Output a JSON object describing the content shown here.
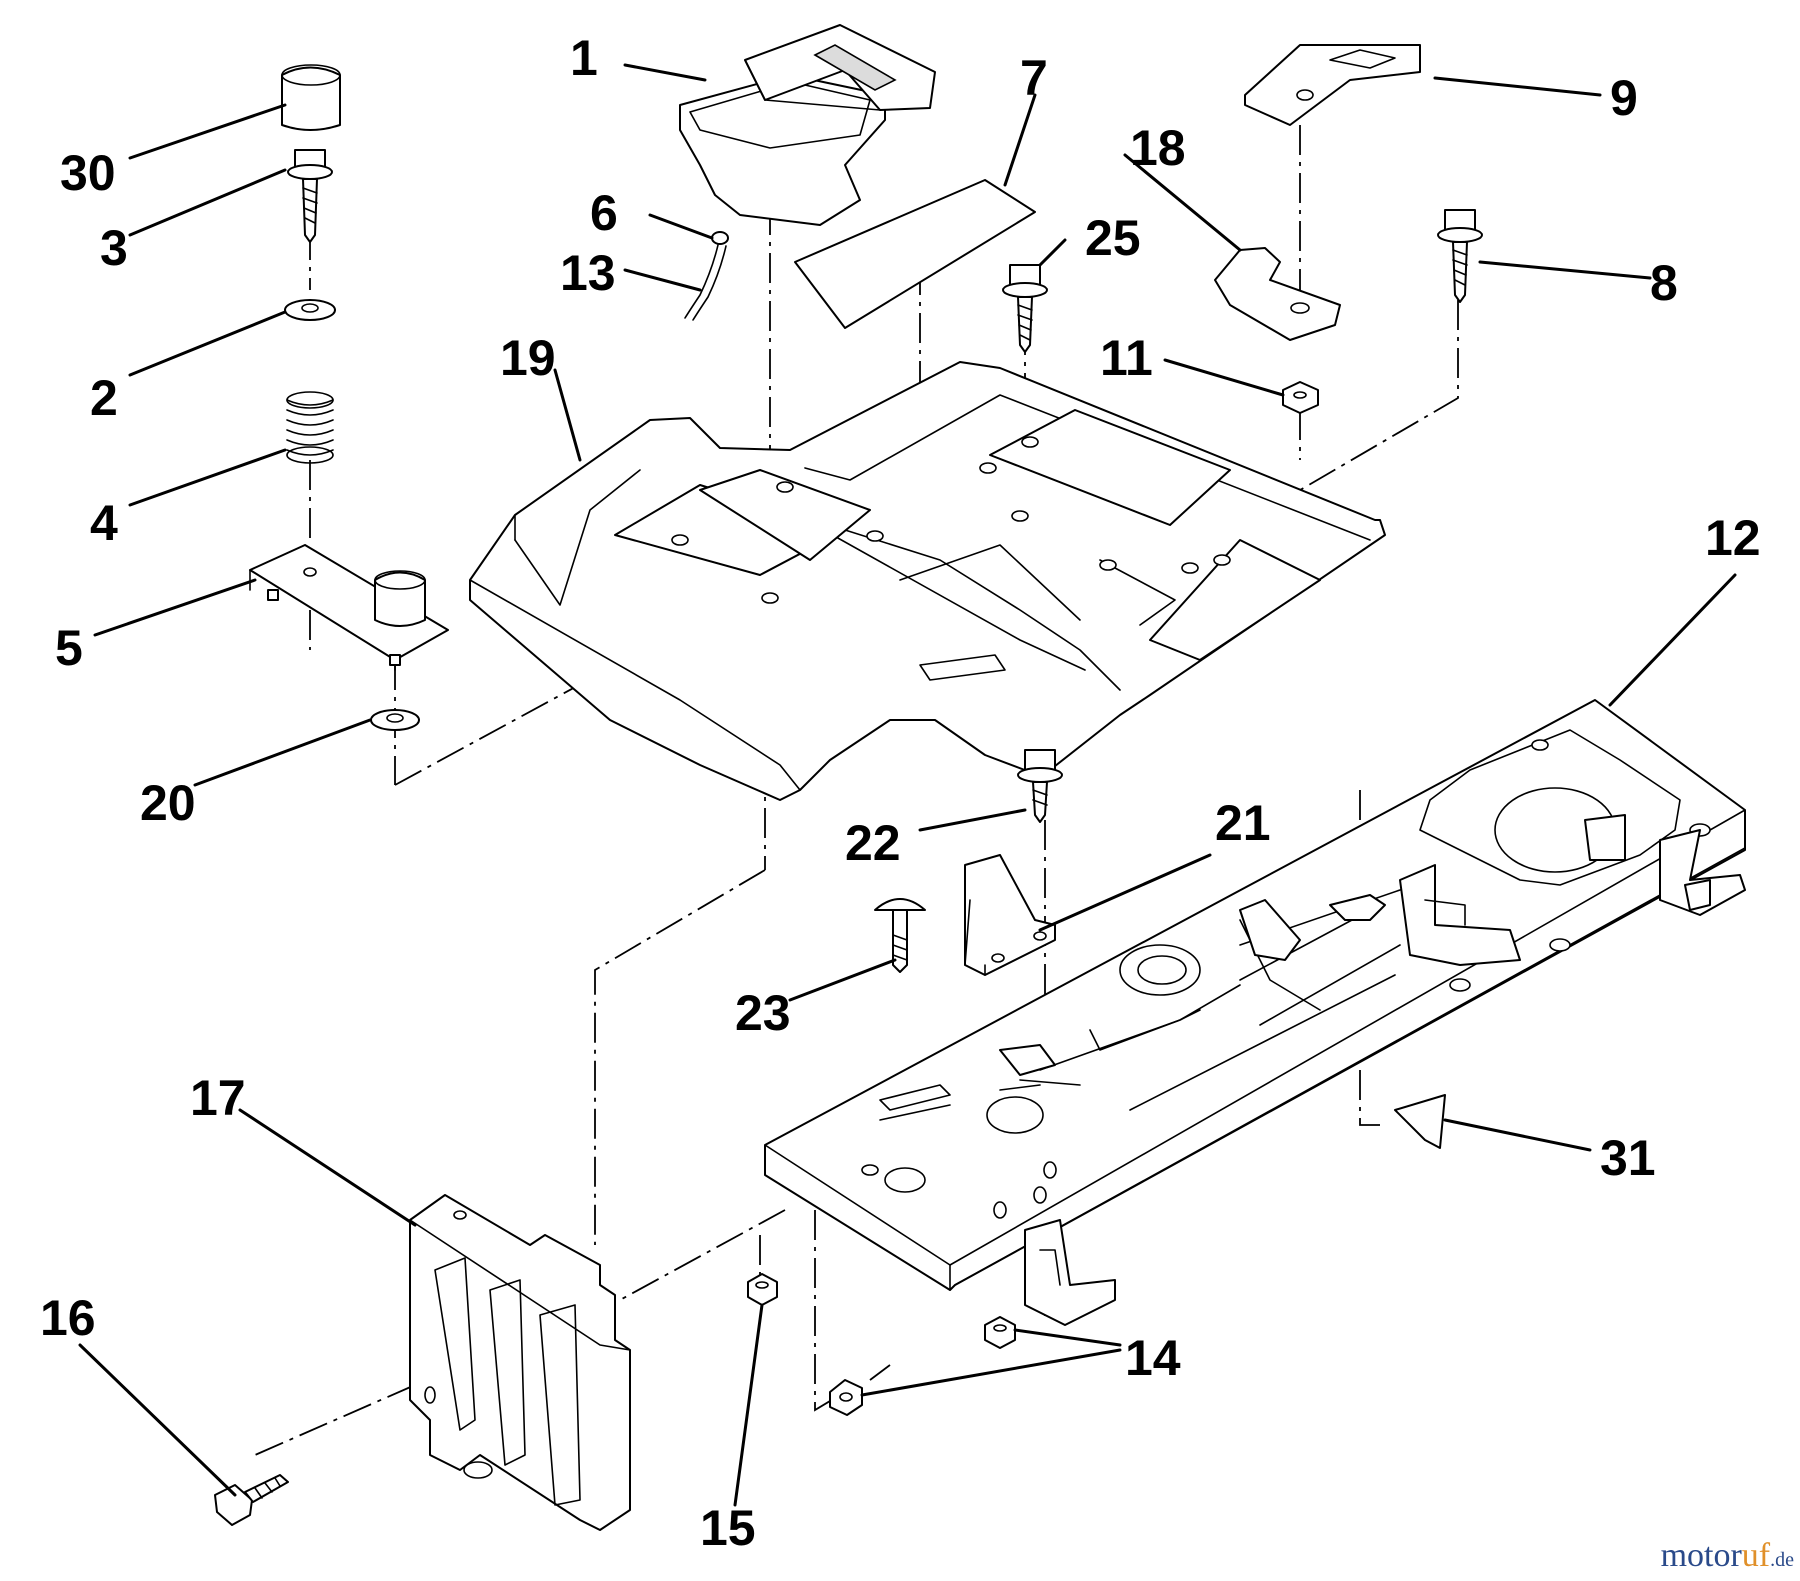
{
  "callouts": {
    "c1": "1",
    "c2": "2",
    "c3": "3",
    "c4": "4",
    "c5": "5",
    "c6": "6",
    "c7": "7",
    "c8": "8",
    "c9": "9",
    "c11": "11",
    "c12": "12",
    "c13": "13",
    "c14": "14",
    "c15": "15",
    "c16": "16",
    "c17": "17",
    "c18": "18",
    "c19": "19",
    "c20": "20",
    "c21": "21",
    "c22": "22",
    "c23": "23",
    "c25": "25",
    "c30": "30",
    "c31": "31"
  },
  "watermark": {
    "part1": "motor",
    "part2": "uf",
    "part3": ".de"
  }
}
